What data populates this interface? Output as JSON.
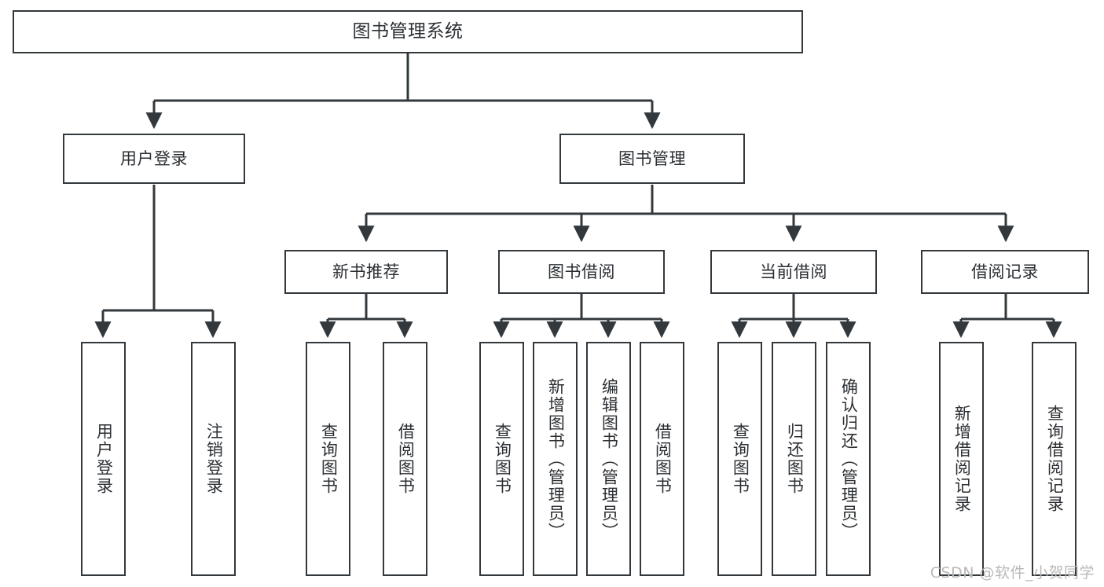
{
  "diagram": {
    "title": "图书管理系统",
    "type": "tree",
    "line_color": "#33383d",
    "text_color": "#2b2f33",
    "background": "#ffffff",
    "watermark": "CSDN @软件_小贺同学"
  },
  "nodes": {
    "root": {
      "label": "图书管理系统"
    },
    "level2": [
      {
        "label": "用户登录"
      },
      {
        "label": "图书管理"
      }
    ],
    "level3": [
      {
        "label": "新书推荐"
      },
      {
        "label": "图书借阅"
      },
      {
        "label": "当前借阅"
      },
      {
        "label": "借阅记录"
      }
    ],
    "leaves": {
      "user_login": [
        {
          "label": "用户登录"
        },
        {
          "label": "注销登录"
        }
      ],
      "new_book_recommend": [
        {
          "label": "查询图书"
        },
        {
          "label": "借阅图书"
        }
      ],
      "book_borrow": [
        {
          "label": "查询图书"
        },
        {
          "label": "新增图书（管理员）"
        },
        {
          "label": "编辑图书（管理员）"
        },
        {
          "label": "借阅图书"
        }
      ],
      "current_borrow": [
        {
          "label": "查询图书"
        },
        {
          "label": "归还图书"
        },
        {
          "label": "确认归还（管理员）"
        }
      ],
      "borrow_record": [
        {
          "label": "新增借阅记录"
        },
        {
          "label": "查询借阅记录"
        }
      ]
    }
  },
  "chart_data": {
    "type": "table",
    "title": "图书管理系统",
    "hierarchy": [
      {
        "label": "图书管理系统",
        "children": [
          {
            "label": "用户登录",
            "children": [
              {
                "label": "用户登录"
              },
              {
                "label": "注销登录"
              }
            ]
          },
          {
            "label": "图书管理",
            "children": [
              {
                "label": "新书推荐",
                "children": [
                  {
                    "label": "查询图书"
                  },
                  {
                    "label": "借阅图书"
                  }
                ]
              },
              {
                "label": "图书借阅",
                "children": [
                  {
                    "label": "查询图书"
                  },
                  {
                    "label": "新增图书（管理员）"
                  },
                  {
                    "label": "编辑图书（管理员）"
                  },
                  {
                    "label": "借阅图书"
                  }
                ]
              },
              {
                "label": "当前借阅",
                "children": [
                  {
                    "label": "查询图书"
                  },
                  {
                    "label": "归还图书"
                  },
                  {
                    "label": "确认归还（管理员）"
                  }
                ]
              },
              {
                "label": "借阅记录",
                "children": [
                  {
                    "label": "新增借阅记录"
                  },
                  {
                    "label": "查询借阅记录"
                  }
                ]
              }
            ]
          }
        ]
      }
    ]
  }
}
